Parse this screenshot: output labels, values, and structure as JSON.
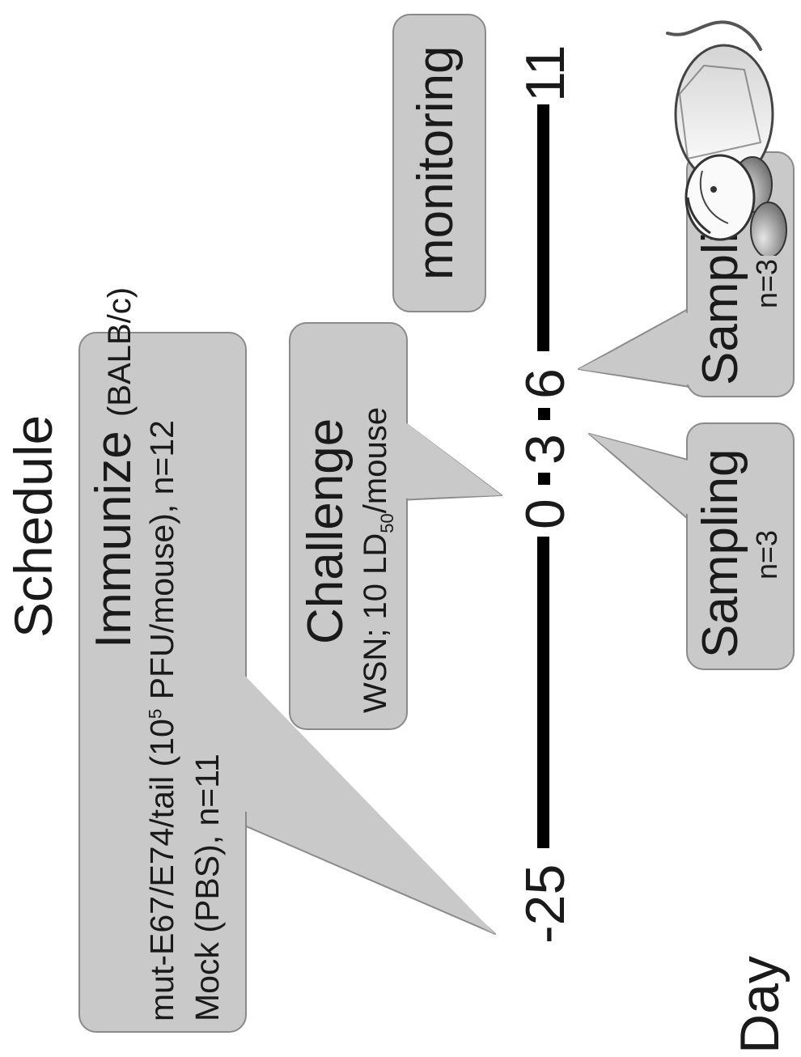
{
  "title": "Schedule",
  "immunize": {
    "heading": "Immunize",
    "strain": "(BALB/c)",
    "line1_pre": "mut-E67/E74/tail (10",
    "line1_sup": "5",
    "line1_post": " PFU/mouse), n=12",
    "line2": "Mock (PBS), n=11"
  },
  "challenge": {
    "heading": "Challenge",
    "detail_pre": "WSN; 10 LD",
    "detail_sub": "50",
    "detail_post": "/mouse"
  },
  "monitoring": "monitoring",
  "sampling": [
    {
      "label": "Sampling",
      "n": "n=3"
    },
    {
      "label": "Sampling",
      "n": "n=3"
    }
  ],
  "timeline": {
    "axis_label": "Day",
    "days": [
      "-25",
      "0",
      "3",
      "6",
      "11"
    ]
  },
  "mouse_icon": "mouse-icon"
}
